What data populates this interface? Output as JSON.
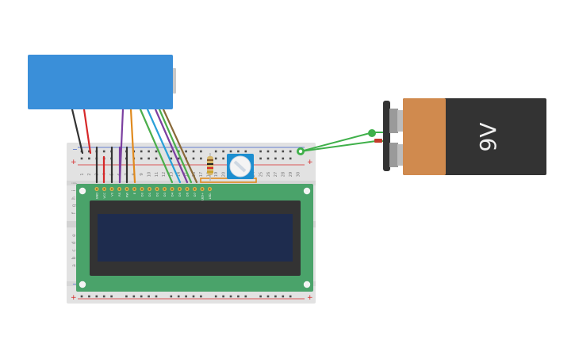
{
  "battery": {
    "label": "9V",
    "body_color": "#333333",
    "cap_color": "#d08a4e"
  },
  "breadboard": {
    "body_color": "#e2e2e2",
    "rail_plus": "+",
    "rail_minus": "−",
    "row_letters_top": [
      "j",
      "i",
      "h",
      "g",
      "f"
    ],
    "row_letters_bottom": [
      "e",
      "d",
      "c",
      "b",
      "a"
    ],
    "column_numbers": [
      "1",
      "2",
      "3",
      "4",
      "5",
      "6",
      "7",
      "8",
      "9",
      "10",
      "11",
      "12",
      "13",
      "14",
      "15",
      "16",
      "17",
      "18",
      "19",
      "20",
      "21",
      "22",
      "23",
      "24",
      "25",
      "26",
      "27",
      "28",
      "29",
      "30"
    ]
  },
  "lcd": {
    "pcb_color": "#4aa36a",
    "screen_color": "#1e2c4e",
    "pin_labels": [
      "GND",
      "VCC",
      "V0",
      "RS",
      "RW",
      "E",
      "D0",
      "D1",
      "D2",
      "D3",
      "D4",
      "D5",
      "D6",
      "D7",
      "LED+",
      "LED-"
    ]
  },
  "microcontroller": {
    "color": "#3a8fd9"
  },
  "wire_colors": {
    "black": "#333333",
    "red": "#d62728",
    "purple": "#7b3fa0",
    "orange": "#e08a1e",
    "green": "#4cae4c",
    "blue": "#2aa0d8",
    "brown": "#8a6a3a",
    "battery_green": "#3fb04a"
  }
}
